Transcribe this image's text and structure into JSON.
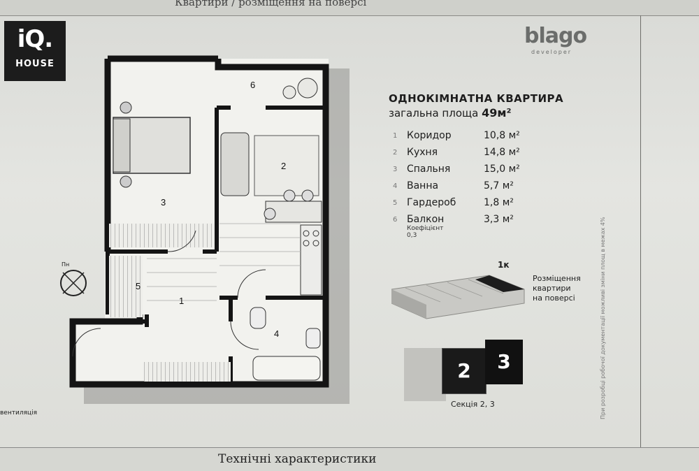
{
  "header": {
    "running_title": "Квартири / розміщення на поверсі"
  },
  "footer": {
    "section_title": "Технічні характеристики"
  },
  "logo": {
    "line1": "iQ.",
    "line2": "HOUSE"
  },
  "developer": {
    "name": "blago",
    "tagline": "developer"
  },
  "apartment": {
    "title": "ОДНОКІМНАТНА КВАРТИРА",
    "area_label": "загальна площа",
    "area_value": "49м²",
    "rooms": [
      {
        "num": "1",
        "name": "Коридор",
        "area": "10,8 м²"
      },
      {
        "num": "2",
        "name": "Кухня",
        "area": "14,8 м²"
      },
      {
        "num": "3",
        "name": "Спальня",
        "area": "15,0 м²"
      },
      {
        "num": "4",
        "name": "Ванна",
        "area": "5,7 м²"
      },
      {
        "num": "5",
        "name": "Гардероб",
        "area": "1,8 м²"
      },
      {
        "num": "6",
        "name": "Балкон",
        "area": "3,3 м²",
        "note": "Коефіцієнт 0,3"
      }
    ]
  },
  "plan_labels": [
    "1",
    "2",
    "3",
    "4",
    "5",
    "6"
  ],
  "compass_label": "Пн",
  "floor_position": {
    "marker": "1к",
    "caption": [
      "Розміщення",
      "квартири",
      "на поверсі"
    ]
  },
  "sections": {
    "numbers": [
      "2",
      "3"
    ],
    "caption": "Секція 2, 3"
  },
  "legend": {
    "vent": "вентиляція"
  },
  "side_note": "При розробці робочої документації можливі зміни площ в межах 4%"
}
